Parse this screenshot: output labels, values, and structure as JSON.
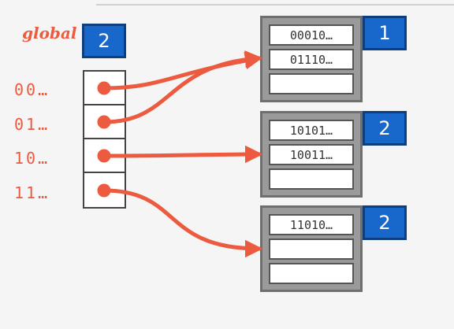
{
  "global": {
    "label": "global",
    "depth": "2"
  },
  "directory": {
    "rows": [
      {
        "label": "00…"
      },
      {
        "label": "01…"
      },
      {
        "label": "10…"
      },
      {
        "label": "11…"
      }
    ]
  },
  "buckets": [
    {
      "local_depth": "1",
      "slots": [
        "00010…",
        "01110…",
        ""
      ]
    },
    {
      "local_depth": "2",
      "slots": [
        "10101…",
        "10011…",
        ""
      ]
    },
    {
      "local_depth": "2",
      "slots": [
        "11010…",
        "",
        ""
      ]
    }
  ],
  "pointers": [
    {
      "from_row": 0,
      "to_bucket": 0
    },
    {
      "from_row": 1,
      "to_bucket": 0
    },
    {
      "from_row": 2,
      "to_bucket": 1
    },
    {
      "from_row": 3,
      "to_bucket": 2
    }
  ],
  "colors": {
    "accent": "#ec5b3f",
    "depth_box": "#1868cc",
    "bucket": "#9a9a9a"
  }
}
